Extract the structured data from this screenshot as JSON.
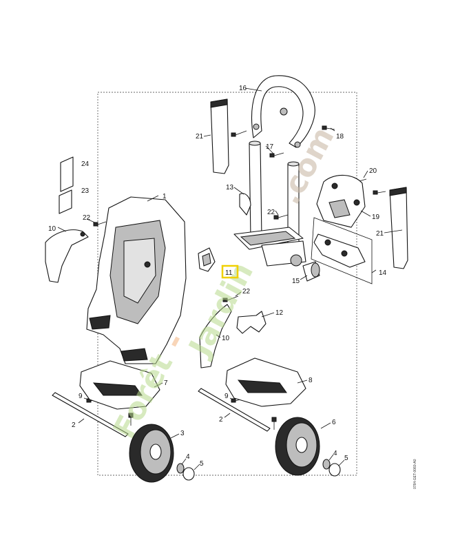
{
  "labels": {
    "l1": "1",
    "l2a": "2",
    "l2b": "2",
    "l3": "3",
    "l4a": "4",
    "l4b": "4",
    "l5a": "5",
    "l5b": "5",
    "l6": "6",
    "l7": "7",
    "l8": "8",
    "l9a": "9",
    "l9b": "9",
    "l10a": "10",
    "l10b": "10",
    "l11": "11",
    "l12": "12",
    "l13": "13",
    "l14": "14",
    "l15": "15",
    "l16": "16",
    "l17": "17",
    "l18": "18",
    "l19": "19",
    "l20": "20",
    "l21a": "21",
    "l21b": "21",
    "l22a": "22",
    "l22b": "22",
    "l22c": "22",
    "l23": "23",
    "l24": "24"
  },
  "highlight": {
    "part": "11",
    "color": "#f0d000"
  },
  "watermark": {
    "part1": "Forêt",
    "part2": "-",
    "part3": "Jardin",
    "part4": ".com"
  },
  "drawing_id": "0784-GET-0060-A0"
}
